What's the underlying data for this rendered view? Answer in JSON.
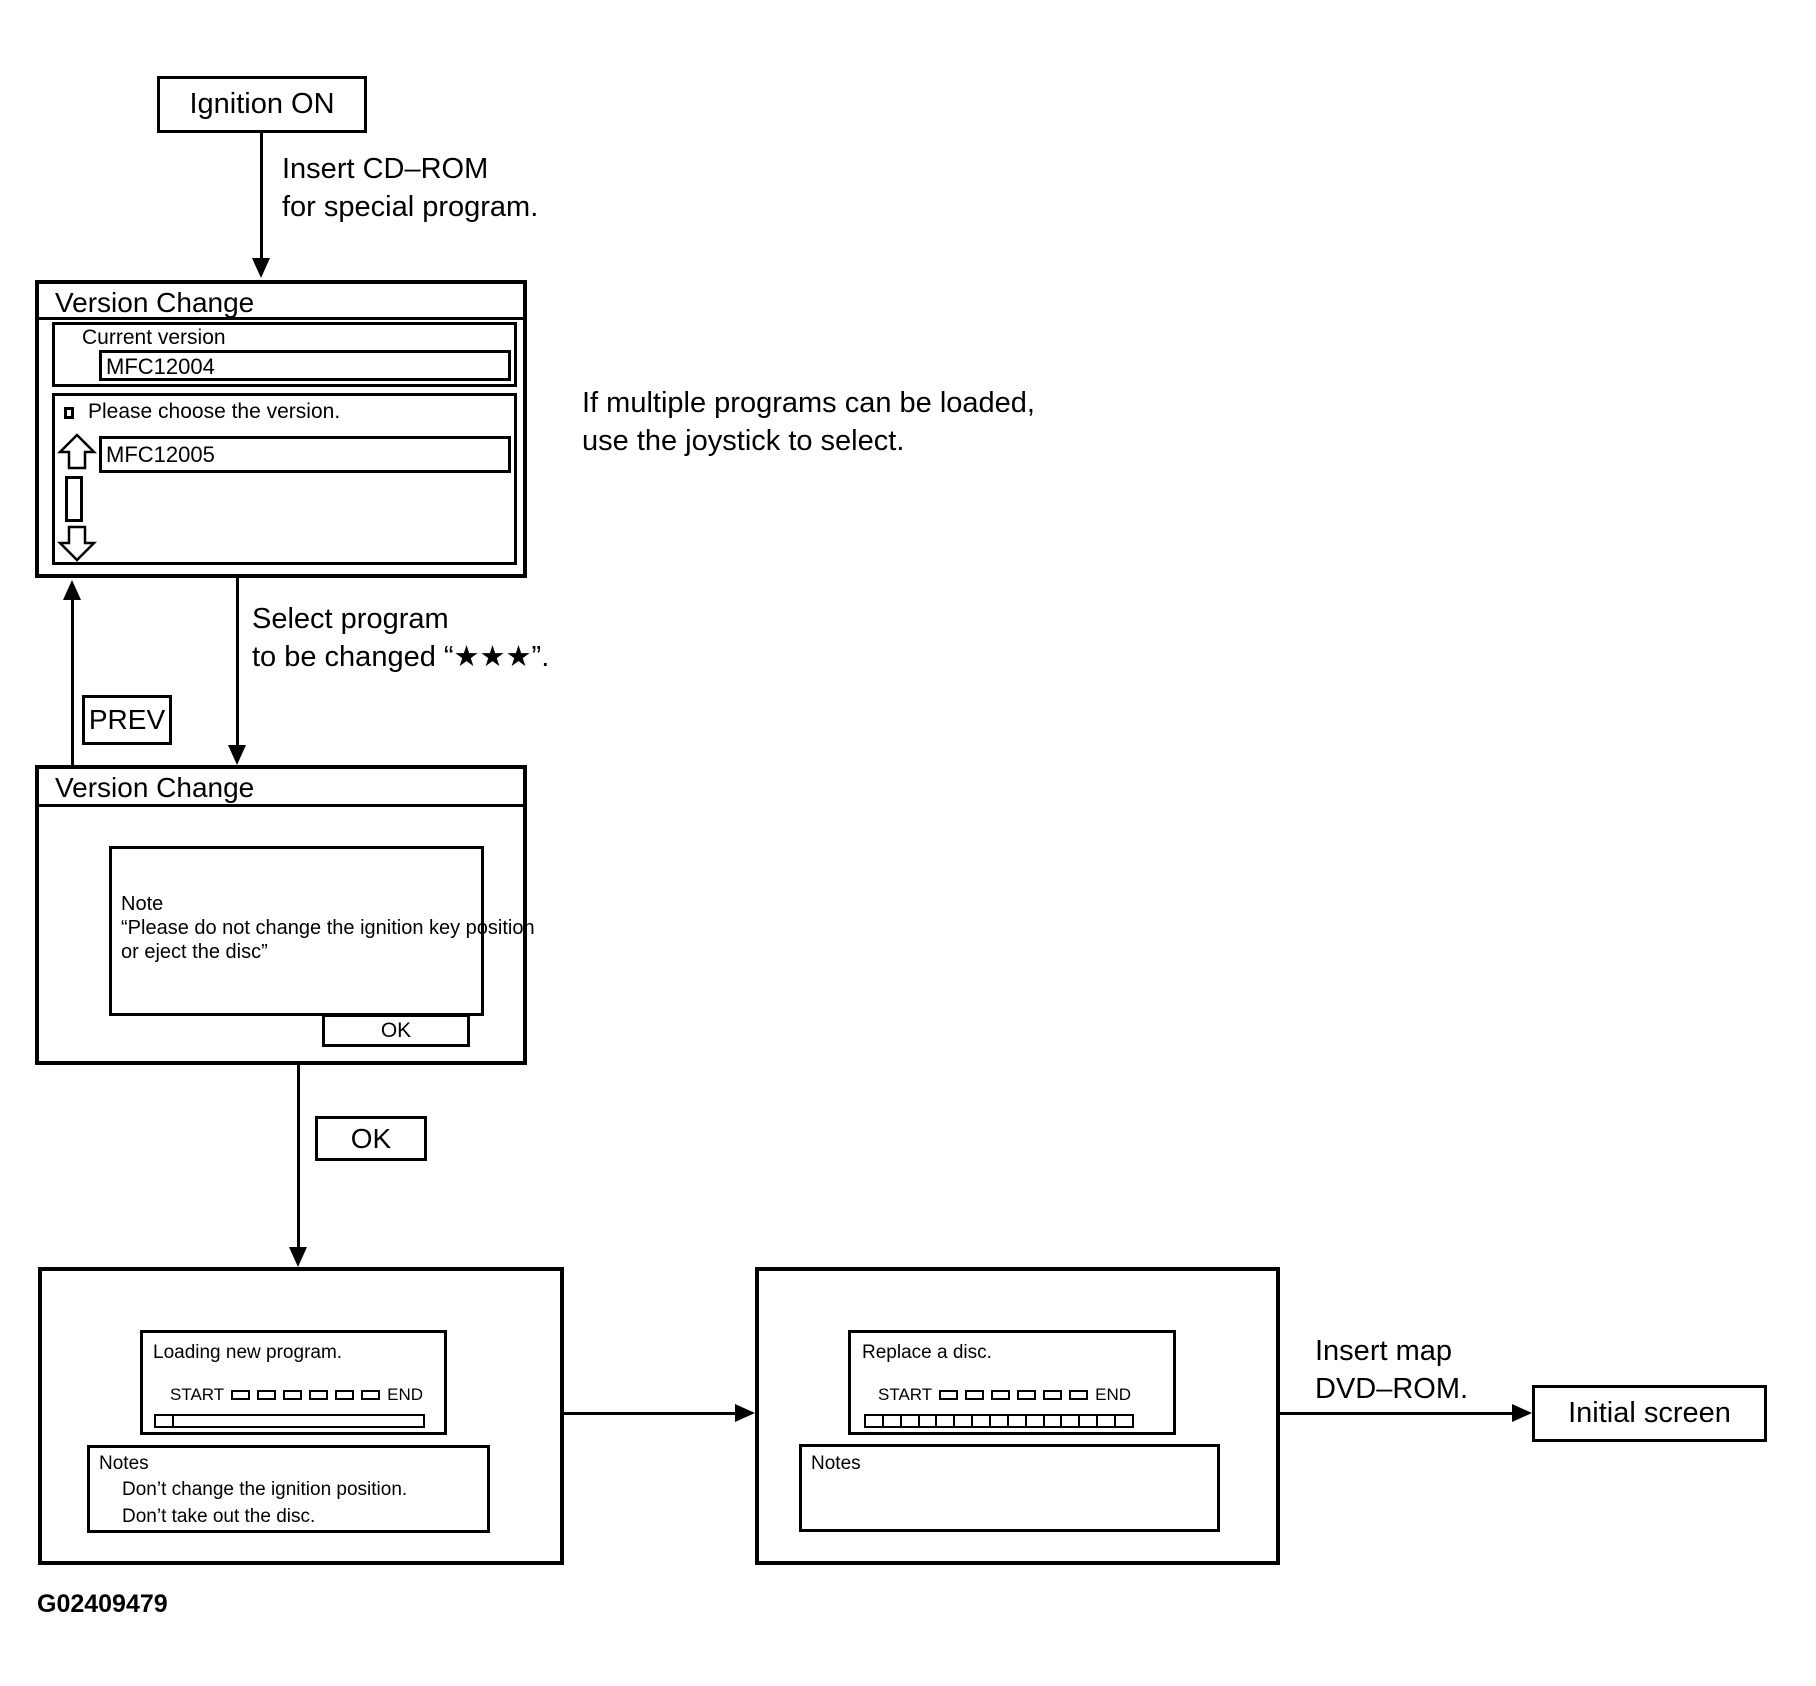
{
  "colors": {
    "ink": "#000000",
    "paper": "#ffffff"
  },
  "nodes": {
    "ignition": {
      "label": "Ignition ON"
    },
    "prev": {
      "label": "PREV"
    },
    "ok": {
      "label": "OK"
    },
    "initial_screen": {
      "label": "Initial screen"
    }
  },
  "annotations": {
    "insert_cd": [
      "Insert CD–ROM",
      "for special program."
    ],
    "multiple": [
      "If multiple programs can be loaded,",
      "use the joystick to select."
    ],
    "select": [
      "Select program",
      "to be changed “★★★”."
    ],
    "insert_dvd": [
      "Insert map",
      "DVD–ROM."
    ],
    "figure_id": "G02409479"
  },
  "screen1": {
    "title": "Version Change",
    "current_version_label": "Current version",
    "current_version_value": "MFC12004",
    "choose_label": "Please choose the version.",
    "choose_value": "MFC12005"
  },
  "screen2": {
    "title": "Version Change",
    "note_title": "Note",
    "note_line1": "“Please do not change the ignition key position",
    "note_line2": "or eject the disc”",
    "ok_label": "OK"
  },
  "screen3": {
    "message": "Loading new program.",
    "start_label": "START",
    "end_label": "END",
    "segment_boxes": 6,
    "bar_state": "first segment marked",
    "notes_title": "Notes",
    "note_line1": "Don’t change the ignition position.",
    "note_line2": "Don’t take out the disc."
  },
  "screen4": {
    "message": "Replace a disc.",
    "start_label": "START",
    "end_label": "END",
    "segment_boxes": 6,
    "bar_segments": 15,
    "notes_title": "Notes"
  }
}
